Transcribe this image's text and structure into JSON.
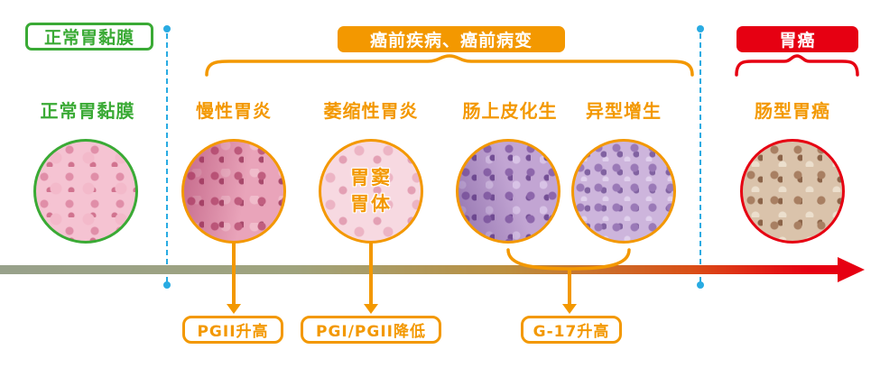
{
  "palette": {
    "green": "#3aaa35",
    "orange": "#f39800",
    "red": "#e60012",
    "blue": "#29abe2",
    "arrow_gradient_start": "#98a18b",
    "arrow_gradient_end": "#e60012"
  },
  "header": {
    "normal_badge": "正常胃黏膜",
    "precancer_badge": "癌前疾病、癌前病变",
    "cancer_badge": "胃癌"
  },
  "stages": [
    {
      "label": "正常胃黏膜"
    },
    {
      "label": "慢性胃炎"
    },
    {
      "label": "萎缩性胃炎",
      "overlay_line1": "胃窦",
      "overlay_line2": "胃体"
    },
    {
      "label": "肠上皮化生"
    },
    {
      "label": "异型增生"
    },
    {
      "label": "肠型胃癌"
    }
  ],
  "markers": [
    {
      "label": "PGII升高"
    },
    {
      "label": "PGI/PGII降低"
    },
    {
      "label": "G-17升高"
    }
  ]
}
